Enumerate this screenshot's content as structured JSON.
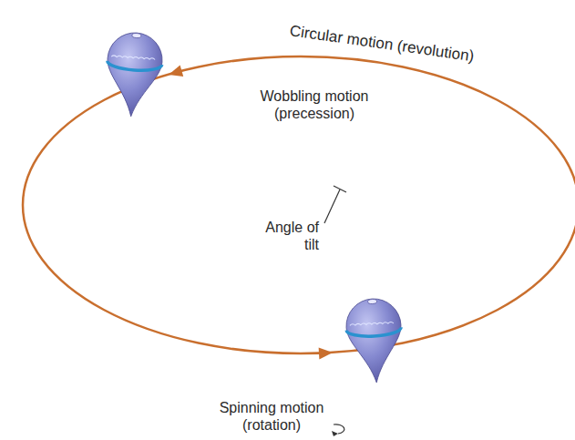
{
  "diagram": {
    "labels": [
      "Circular motion (revolution)",
      "Wobbling motion (precession)",
      "Angle of tilt",
      "Spinning motion (rotation)"
    ]
  }
}
